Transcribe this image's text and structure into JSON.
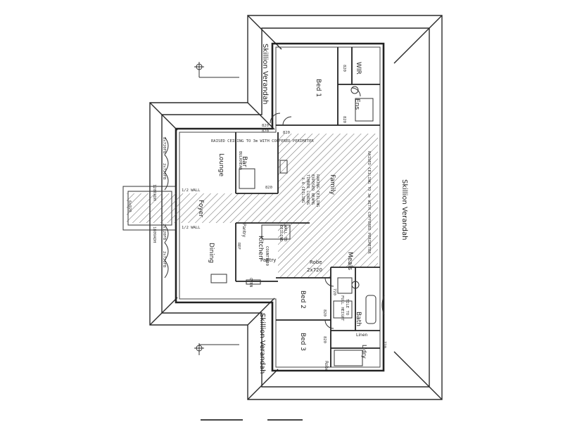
{
  "colors": {
    "ink": "#2a2a2a",
    "light": "#666666",
    "paper": "#ffffff"
  },
  "verandahs": {
    "top": "Skillion Verandah",
    "right": "Skillion Verandah",
    "bottom": "Skillion Verandah"
  },
  "rooms": {
    "bed1": "Bed 1",
    "bed2": "Bed 2",
    "bed3": "Bed 3",
    "wir": "WIR",
    "ens": "Ens",
    "lounge": "Lounge",
    "bar": "Bar",
    "family": "Family",
    "meals": "Meals",
    "foyer": "Foyer",
    "dining": "Dining",
    "kitchen": "Kitchen",
    "pantry": "Pantry",
    "pantry_small": "Pantry",
    "robe": "Robe",
    "robe_size": "2x720",
    "robe_bed3": "Robe",
    "bath": "Bath",
    "linen": "Linen",
    "ldry": "L'dry"
  },
  "notes": {
    "raised_top": "RAISED CEILING TO 3m WITH COFFERED PERIMETER",
    "raised_right": "RAISED CEILING TO 3m WITH COFFERED PERIMETER",
    "bulkhead": "BULKHEAD",
    "half_wall_1": "1/2 WALL",
    "half_wall_2": "1/2 WALL",
    "ceiling_note_1": "RAKING CEILING",
    "ceiling_note_2": "EXPOSED BEAMS",
    "ceiling_note_3": "TIMBER LINING",
    "ceiling_note_4": "3.6 CEILING",
    "kitchen_note_1": "WALL TO",
    "kitchen_note_2": "CEILING",
    "kitchen_note_3": "COUNTER",
    "ref": "REF",
    "full_height_1": "TILE TO",
    "full_height_2": "FULL HEIGHT",
    "fridge_label": "OVEN",
    "doors": {
      "d820_a": "820",
      "d820_b": "820",
      "d820_c": "820",
      "d820_d": "820",
      "d820_e": "820",
      "d820_f": "820",
      "d820_g": "820",
      "d820_h": "820",
      "d820_i": "820",
      "d720_a": "720",
      "d720_b": "720"
    },
    "windows": {
      "w1": "2x720FB",
      "w2": "2x720FB",
      "w3": "2x720FB",
      "w4": "2x720FB",
      "w5": "1207ADH",
      "w6": "1809ADH",
      "w7": "6x920"
    }
  }
}
